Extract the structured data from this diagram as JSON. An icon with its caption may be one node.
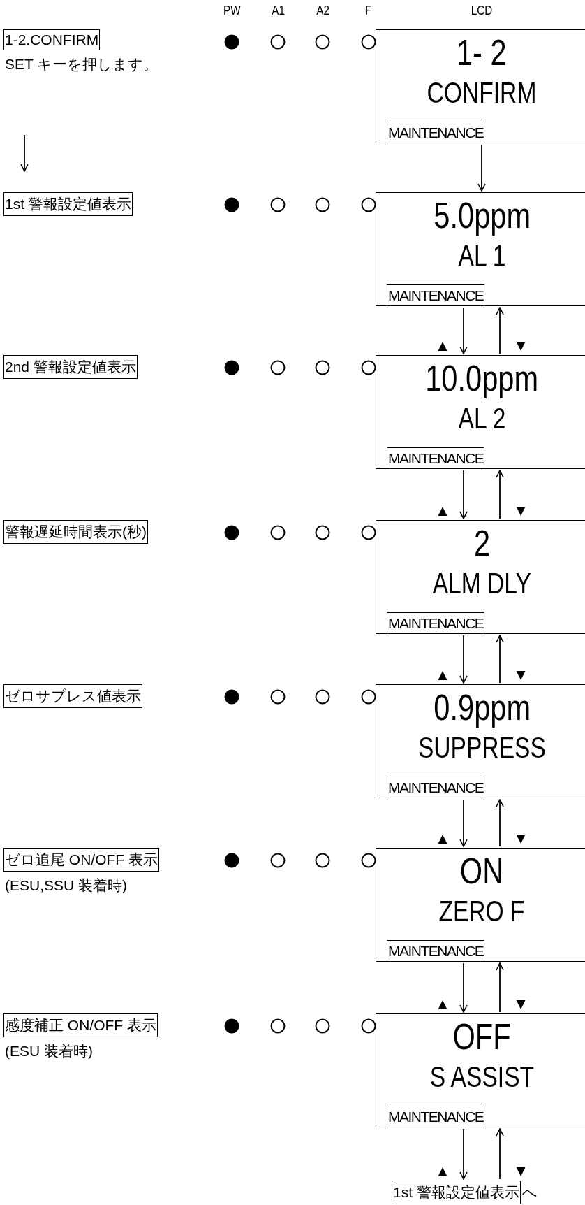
{
  "diagram": {
    "nodes": [
      {
        "text": [
          "1-2.CONFIRM"
        ],
        "beside": [
          "SET キーを押します。"
        ]
      },
      {
        "text": [
          "1- 2",
          "CONFIRM"
        ]
      },
      {
        "text": [
          "MAINTENANCE"
        ],
        "in": 1
      },
      {
        "text": [
          "1st 警報設定値表示"
        ]
      },
      {
        "text": [
          "5.0ppm",
          "AL 1"
        ]
      },
      {
        "text": [
          "MAINTENANCE"
        ],
        "in": 4
      },
      {
        "text": [
          "2nd 警報設定値表示"
        ]
      },
      {
        "text": [
          "10.0ppm",
          "AL 2"
        ]
      },
      {
        "text": [
          "MAINTENANCE"
        ],
        "in": 7
      },
      {
        "text": [
          "警報遅延時間表示(秒)"
        ]
      },
      {
        "text": [
          "2",
          "ALM DLY"
        ]
      },
      {
        "text": [
          "MAINTENANCE"
        ],
        "in": 10
      },
      {
        "text": [
          "ゼロサプレス値表示"
        ]
      },
      {
        "text": [
          "0.9ppm",
          "SUPPRESS"
        ]
      },
      {
        "text": [
          "MAINTENANCE"
        ],
        "in": 13
      },
      {
        "text": [
          "ゼロ追尾 ON/OFF 表示"
        ],
        "beside": [
          "(ESU,SSU 装着時)"
        ]
      },
      {
        "text": [
          "ON",
          "ZERO F"
        ]
      },
      {
        "text": [
          "MAINTENANCE"
        ],
        "in": 16
      },
      {
        "text": [
          "感度補正 ON/OFF 表示"
        ],
        "beside": [
          "(ESU 装着時)"
        ]
      },
      {
        "text": [
          "OFF",
          "S ASSIST"
        ]
      },
      {
        "text": [
          "MAINTENANCE"
        ],
        "in": 19
      },
      {
        "text": [
          "1st 警報設定値表示"
        ],
        "beside": [
          "へ"
        ]
      }
    ],
    "edges": [
      {
        "from": 1,
        "to": 4,
        "arrow": "to"
      },
      {
        "from": 4,
        "to": 7,
        "arrow": "to",
        "label": "▲"
      },
      {
        "from": 7,
        "to": 4,
        "arrow": "to",
        "label": "▼"
      },
      {
        "from": 7,
        "to": 10,
        "arrow": "to",
        "label": "▲"
      },
      {
        "from": 10,
        "to": 7,
        "arrow": "to",
        "label": "▼"
      },
      {
        "from": 10,
        "to": 13,
        "arrow": "to",
        "label": "▲"
      },
      {
        "from": 13,
        "to": 10,
        "arrow": "to",
        "label": "▼"
      },
      {
        "from": 13,
        "to": 16,
        "arrow": "to",
        "label": "▲"
      },
      {
        "from": 16,
        "to": 13,
        "arrow": "to",
        "label": "▼"
      },
      {
        "from": 16,
        "to": 19,
        "arrow": "to",
        "label": "▲"
      },
      {
        "from": 19,
        "to": 16,
        "arrow": "to",
        "label": "▼"
      },
      {
        "from": 19,
        "to": 21,
        "arrow": "to",
        "label": "▲"
      },
      {
        "from": 21,
        "to": 19,
        "arrow": "to",
        "label": "▼"
      }
    ],
    "labels": [
      "PW",
      "A1",
      "A2",
      "F",
      "LCD"
    ]
  }
}
